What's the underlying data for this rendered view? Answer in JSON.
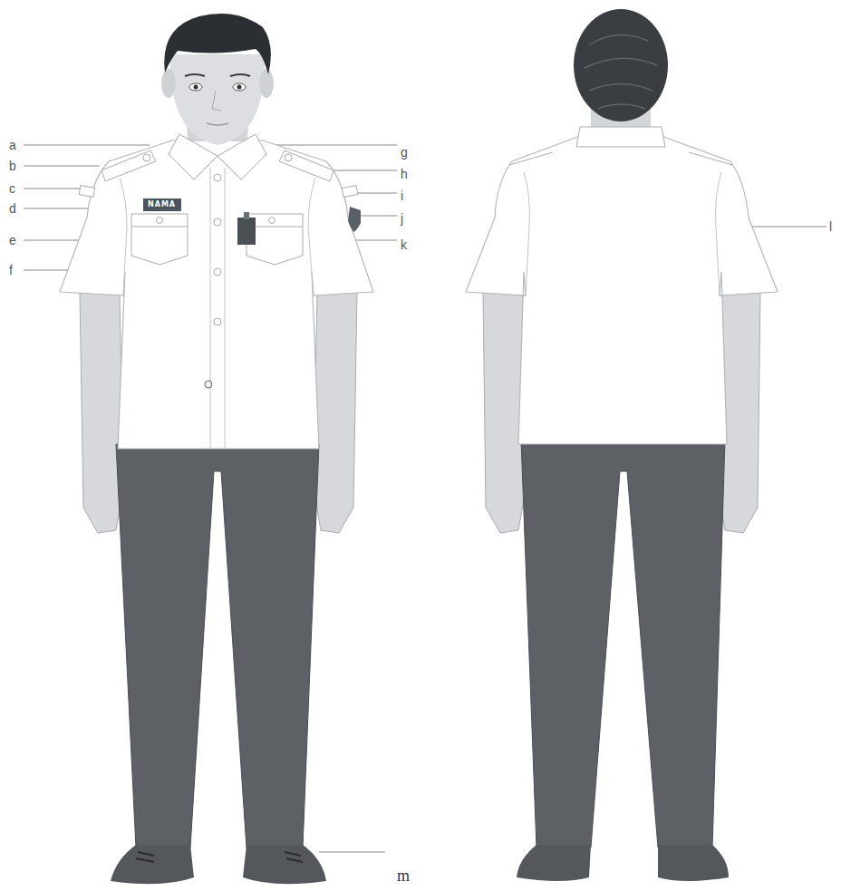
{
  "diagram": {
    "nodes": [
      {
        "text": [
          "NAMA"
        ]
      }
    ],
    "labels": [
      "a",
      "b",
      "c",
      "d",
      "e",
      "f",
      "g",
      "h",
      "i",
      "j",
      "k",
      "l",
      "m"
    ]
  }
}
